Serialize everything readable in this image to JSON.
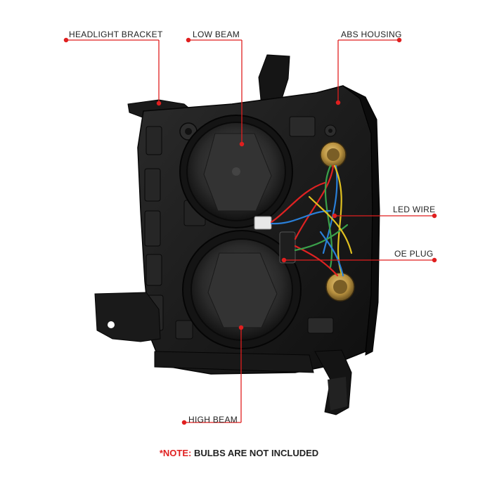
{
  "callouts": {
    "headlight_bracket": "HEADLIGHT BRACKET",
    "low_beam": "LOW BEAM",
    "abs_housing": "ABS HOUSING",
    "led_wire": "LED WIRE",
    "oe_plug": "OE PLUG",
    "high_beam": "HIGH BEAM"
  },
  "note": {
    "prefix": "*NOTE:",
    "text": "BULBS ARE NOT INCLUDED"
  },
  "colors": {
    "callout_line": "#e01f1f",
    "housing": "#1c1c1c",
    "housing_dark": "#0e0e0e",
    "note_red": "#e01f1f"
  }
}
